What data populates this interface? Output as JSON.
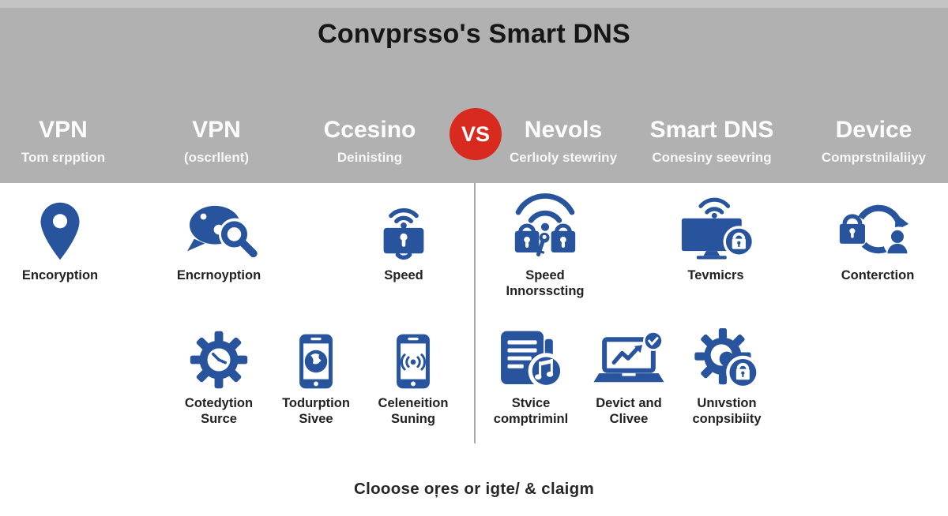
{
  "title": "Convprsso's Smart DNS",
  "vs_badge": "VS",
  "colors": {
    "band_gray": "#b1b1b1",
    "icon_blue": "#27549d",
    "vs_red": "#d92a20",
    "divider": "#a9a9a9"
  },
  "columns": [
    {
      "title": "VPN",
      "subtitle": "Tom ɛrpption"
    },
    {
      "title": "VPN",
      "subtitle": "(oscrllent)"
    },
    {
      "title": "Ccesino",
      "subtitle": "Deinisting"
    },
    {
      "title": "Nevols",
      "subtitle": "Cerlıoly stewriny"
    },
    {
      "title": "Smart DNS",
      "subtitle": "Conesiny seevring"
    },
    {
      "title": "Device",
      "subtitle": "Comprstnilaliiyy"
    }
  ],
  "row1": [
    {
      "icon": "location-pin-icon",
      "label": "Encoryption"
    },
    {
      "icon": "chat-search-icon",
      "label": "Encrnoyption"
    },
    {
      "icon": "lock-wifi-icon",
      "label": "Speed"
    },
    {
      "icon": "wifi-locks-key-icon",
      "label": "Speed\nInnorsscting"
    },
    {
      "icon": "tv-lock-icon",
      "label": "Tevmicrs"
    },
    {
      "icon": "sync-lock-user-icon",
      "label": "Conterction"
    }
  ],
  "row2": [
    {
      "icon": "gear-clock-icon",
      "label": "Cotedytion\nSurce"
    },
    {
      "icon": "phone-globe-icon",
      "label": "Todurption\nSivee"
    },
    {
      "icon": "phone-signal-icon",
      "label": "Celeneition\nSuning"
    },
    {
      "icon": "document-music-icon",
      "label": "Stvice\ncomptriminl"
    },
    {
      "icon": "laptop-check-icon",
      "label": "Devict and\nClivee"
    },
    {
      "icon": "gear-lock-icon",
      "label": "Unıvstion\nconpsibiity"
    }
  ],
  "footer": "Clooose oŗes or igte/ & claigm"
}
